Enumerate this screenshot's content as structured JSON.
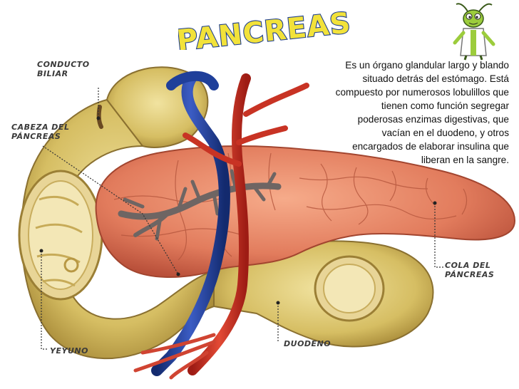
{
  "title": "PANCREAS",
  "description": [
    "Es un órgano glandular largo y blando",
    "situado detrás del estómago. Está",
    "compuesto por numerosos lobulillos que",
    "tienen como función segregar",
    "poderosas enzimas digestivas, que",
    "vacían en el duodeno, y otros",
    "encargados de elaborar insulina que",
    "liberan en la sangre."
  ],
  "labels": {
    "bile_duct": [
      "CONDUCTO",
      "BILIAR"
    ],
    "pancreas_head": [
      "CABEZA DEL",
      "PÁNCREAS"
    ],
    "pancreas_tail": [
      "COLA DEL",
      "PÁNCREAS"
    ],
    "duodenum": "DUODENO",
    "jejunum": "YEYUNO"
  },
  "icons": {
    "mascot": "cartoon-grasshopper-doctor-icon"
  },
  "colors": {
    "title_fill": "#f2e23a",
    "title_stroke": "#1f3f8f",
    "intestine": "#d9c26a",
    "pancreas": "#e07a5c",
    "artery": "#d23a2a",
    "vein": "#1f3f9a",
    "duct": "#7a6d6a"
  }
}
